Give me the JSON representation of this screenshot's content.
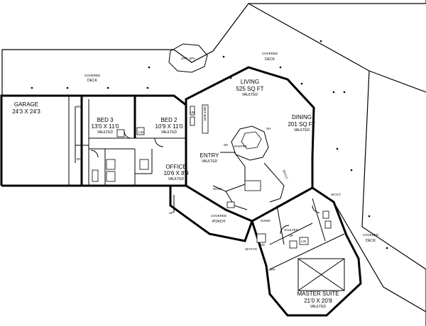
{
  "rooms": {
    "garage": {
      "name": "GARAGE",
      "dim": "24'3 X 24'3"
    },
    "bed3": {
      "name": "BED 3",
      "dim": "13'0 X 11'0",
      "note": "VAULTED"
    },
    "bed2": {
      "name": "BED 2",
      "dim": "10'9 X 11'0",
      "note": "VAULTED"
    },
    "office": {
      "name": "OFFICE",
      "dim": "10'6 X 8'9",
      "note": "VAULTED"
    },
    "living": {
      "name": "LIVING",
      "dim": "525 SQ FT",
      "note": "VAULTED"
    },
    "dining": {
      "name": "DINING",
      "dim": "201 SQ FT",
      "note": "VAULTED"
    },
    "entry": {
      "name": "ENTRY",
      "note": "VAULTED"
    },
    "master": {
      "name": "MASTER SUITE",
      "dim": "21'0 X 20'8",
      "note": "VAULTED"
    }
  },
  "decks": {
    "covered_deck_left": {
      "line1": "COVERED",
      "line2": "DECK"
    },
    "covered_deck_top": {
      "line1": "COVERED",
      "line2": "DECK"
    },
    "covered_deck_right": {
      "line1": "COVERED",
      "line2": "DECK"
    },
    "covered_porch": {
      "line1": "COVERED",
      "line2": "PORCH"
    },
    "spa": "OPT. SPA"
  },
  "small_labels": {
    "dn": "DN",
    "dn2": "DN",
    "up": "UP",
    "up2": "UP",
    "lin": "LIN",
    "lin2": "LIN",
    "lin3": "LIN",
    "wet_bar": "WET BAR",
    "pantry": "PANTRY",
    "nook": "NOOK",
    "skylt": "SKYLT",
    "skylts": "SKYLTS",
    "skylt2": "SKYLT",
    "sh": "SH",
    "sh2": "SH",
    "shwr": "SHWR",
    "vaulted_bath": "VAULTED",
    "opp": "OPP",
    "wp": "W/D"
  }
}
